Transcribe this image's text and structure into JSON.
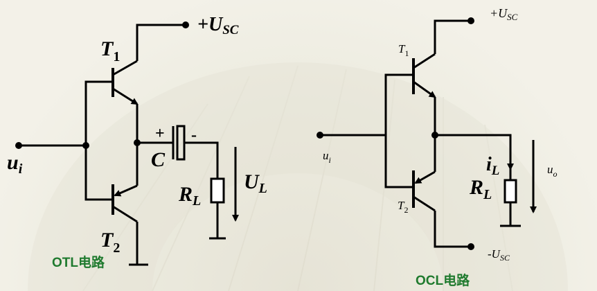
{
  "otl": {
    "caption": "OTL电路",
    "supply_label": "+U",
    "supply_sub": "SC",
    "input_label": "u",
    "input_sub": "i",
    "t1_label": "T",
    "t1_sub": "1",
    "t2_label": "T",
    "t2_sub": "2",
    "cap_label": "C",
    "cap_plus": "+",
    "cap_minus": "-",
    "load_label": "R",
    "load_sub": "L",
    "out_label": "U",
    "out_sub": "L"
  },
  "ocl": {
    "caption": "OCL电路",
    "pos_supply_label": "+U",
    "pos_supply_sub": "SC",
    "neg_supply_label": "-U",
    "neg_supply_sub": "SC",
    "input_label": "u",
    "input_sub": "i",
    "t1_label": "T",
    "t1_sub": "1",
    "t2_label": "T",
    "t2_sub": "2",
    "current_label": "i",
    "current_sub": "L",
    "load_label": "R",
    "load_sub": "L",
    "out_label": "u",
    "out_sub": "o"
  },
  "colors": {
    "wire": "#000000",
    "caption": "#1f7a2e",
    "background": "#f1efe5"
  }
}
